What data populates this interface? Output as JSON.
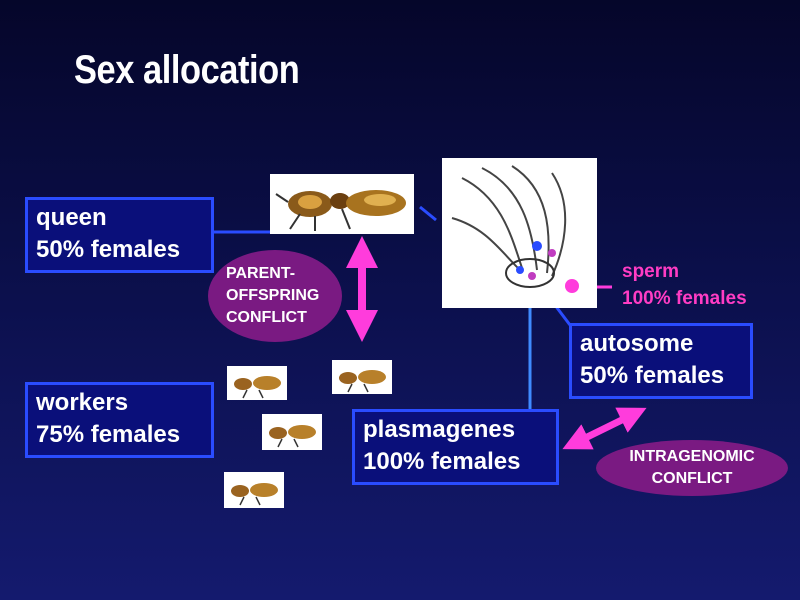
{
  "title": "Sex allocation",
  "queen": {
    "line1": "queen",
    "line2": "50% females"
  },
  "workers": {
    "line1": "workers",
    "line2": "75% females"
  },
  "plasmagenes": {
    "line1": "plasmagenes",
    "line2": "100% females"
  },
  "autosome": {
    "line1": "autosome",
    "line2": "50% females"
  },
  "sperm": {
    "line1": "sperm",
    "line2": "100% females"
  },
  "parent_offspring_conflict": {
    "line1": "PARENT-",
    "line2": "OFFSPRING",
    "line3": "CONFLICT"
  },
  "intragenomic_conflict": {
    "line1": "INTRAGENOMIC",
    "line2": "CONFLICT"
  },
  "colors": {
    "box_fill": "#0a0f7a",
    "box_border": "#2a4cff",
    "connector_blue": "#2a4cff",
    "conflict_oval": "#7a1a82",
    "arrow_magenta": "#ff3cdc",
    "sperm_text": "#ff3cc4"
  }
}
